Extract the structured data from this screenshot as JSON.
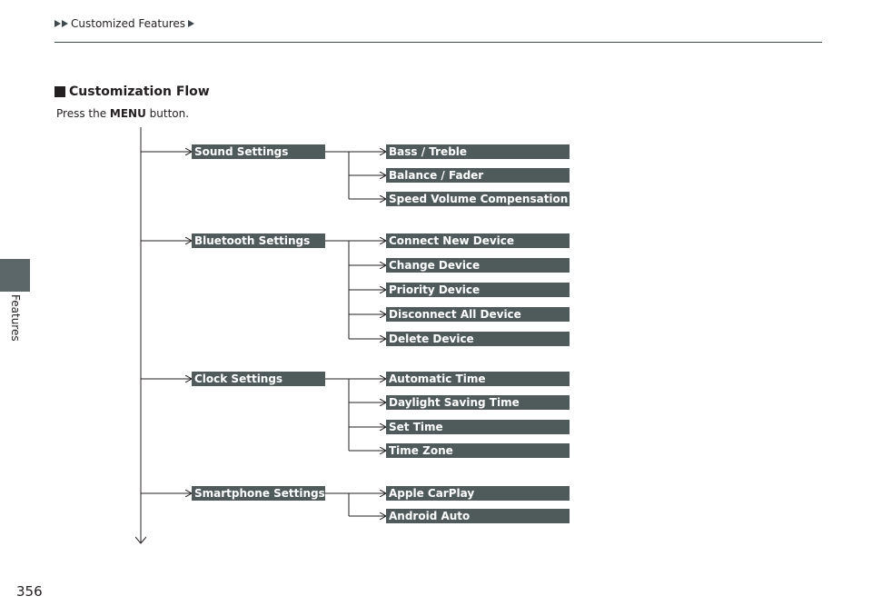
{
  "header": {
    "breadcrumb": "Customized Features"
  },
  "side": {
    "section_label": "Features"
  },
  "page": {
    "number": "356"
  },
  "section": {
    "title": "Customization Flow",
    "intro_prefix": "Press the ",
    "intro_button": "MENU",
    "intro_suffix": " button."
  },
  "groups": [
    {
      "label": "Sound Settings",
      "options": [
        "Bass / Treble",
        "Balance / Fader",
        "Speed Volume Compensation"
      ]
    },
    {
      "label": "Bluetooth Settings",
      "options": [
        "Connect New Device",
        "Change Device",
        "Priority Device",
        "Disconnect All Device",
        "Delete Device"
      ]
    },
    {
      "label": "Clock Settings",
      "options": [
        "Automatic Time",
        "Daylight Saving Time",
        "Set Time",
        "Time Zone"
      ]
    },
    {
      "label": "Smartphone Settings",
      "options": [
        "Apple CarPlay",
        "Android Auto"
      ]
    }
  ]
}
